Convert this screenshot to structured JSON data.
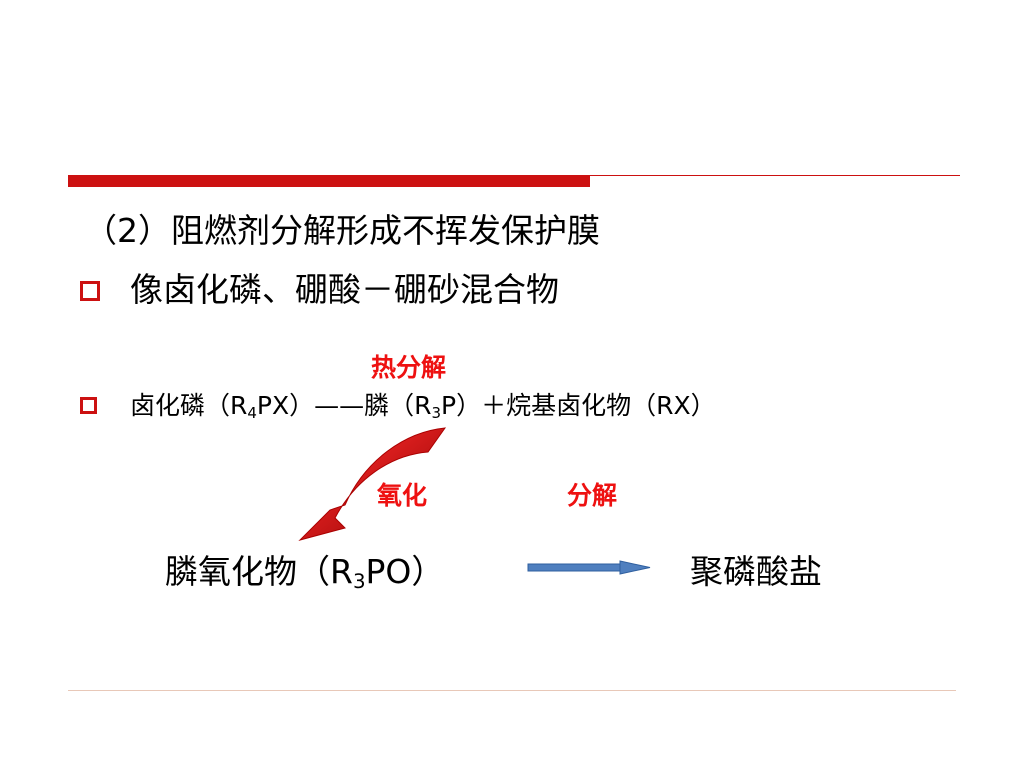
{
  "heading": "（2）阻燃剂分解形成不挥发保护膜",
  "bullets": [
    {
      "text": "像卤化磷、硼酸－硼砂混合物"
    },
    {
      "compound_name": "卤化磷（R",
      "compound_sub": "4",
      "compound_rest": "PX）",
      "dash": "——",
      "product1_name": "膦（R",
      "product1_sub": "3",
      "product1_rest": "P）",
      "plus": "＋",
      "product2": "烷基卤化物（RX）"
    }
  ],
  "labels": {
    "thermal_decomposition": "热分解",
    "oxidation": "氧化",
    "decomposition": "分解"
  },
  "bottom": {
    "left_name": "膦氧化物（R",
    "left_sub": "3",
    "left_rest": "PO）",
    "right": "聚磷酸盐"
  },
  "colors": {
    "accent_red": "#cc1111",
    "label_red": "#ee1111",
    "arrow_blue": "#4f7fbf"
  }
}
